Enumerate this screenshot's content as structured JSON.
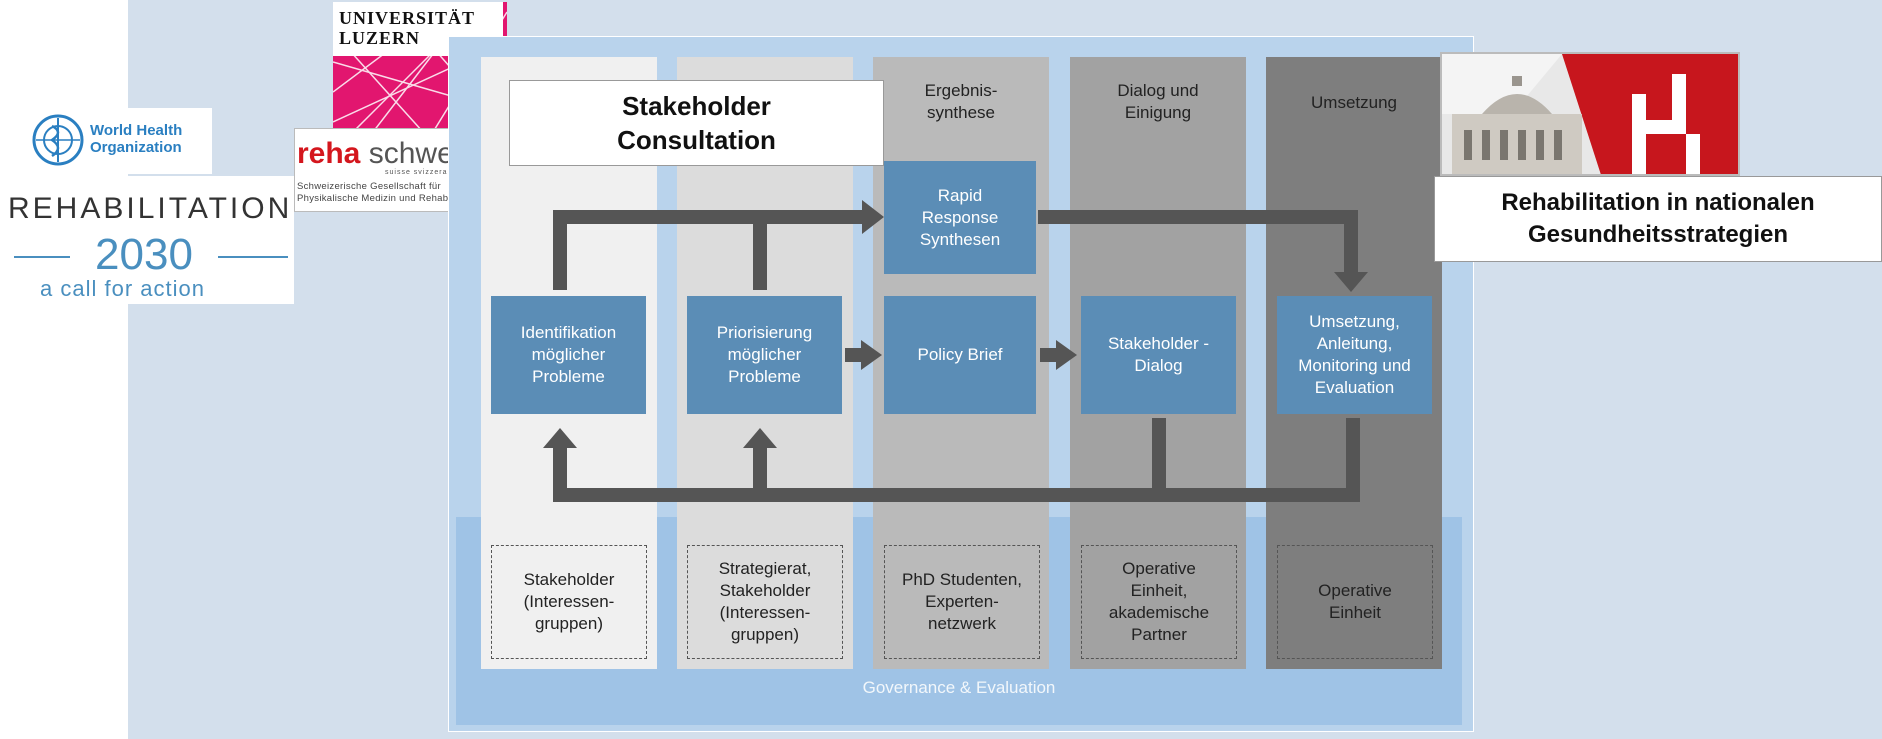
{
  "logos": {
    "who": "World Health\nOrganization",
    "rehab_title": "REHABILITATION",
    "rehab_year": "2030",
    "rehab_tagline": "a call for action",
    "unilu": "UNIVERSITÄT\nLUZERN",
    "reha_bold": "reha",
    "reha_light": "schweiz",
    "reha_langs": "suisse  svizzera  svizra",
    "reha_sub": "Schweizerische Gesellschaft für\nPhysikalische Medizin und Rehabilitation"
  },
  "diagram": {
    "callout_left": "Stakeholder\nConsultation",
    "callout_right": "Rehabilitation in nationalen\nGesundheitsstrategien",
    "columns": [
      {
        "header": "",
        "process": "Identifikation\nmöglicher\nProbleme",
        "actors": "Stakeholder\n(Interessen-\ngruppen)"
      },
      {
        "header": "",
        "process": "Priorisierung\nmöglicher\nProbleme",
        "actors": "Strategierat,\nStakeholder\n(Interessen-\ngruppen)"
      },
      {
        "header": "Ergebnis-\nsynthese",
        "process": "Policy Brief",
        "actors": "PhD Studenten,\nExperten-\nnetzwerk"
      },
      {
        "header": "Dialog und\nEinigung",
        "process": "Stakeholder -\nDialog",
        "actors": "Operative\nEinheit,\nakademische\nPartner"
      },
      {
        "header": "Umsetzung",
        "process": "Umsetzung,\nAnleitung,\nMonitoring und\nEvaluation",
        "actors": "Operative\nEinheit"
      }
    ],
    "rapid_response": "Rapid\nResponse\nSynthesen",
    "governance": "Governance & Evaluation",
    "colors": {
      "process_box": "#5b8db6",
      "arrow": "#555555",
      "col1": "#f0f0f0",
      "col2": "#dcdcdc",
      "col3": "#bababa",
      "col4": "#a2a2a2",
      "col5": "#7e7e7e"
    }
  }
}
